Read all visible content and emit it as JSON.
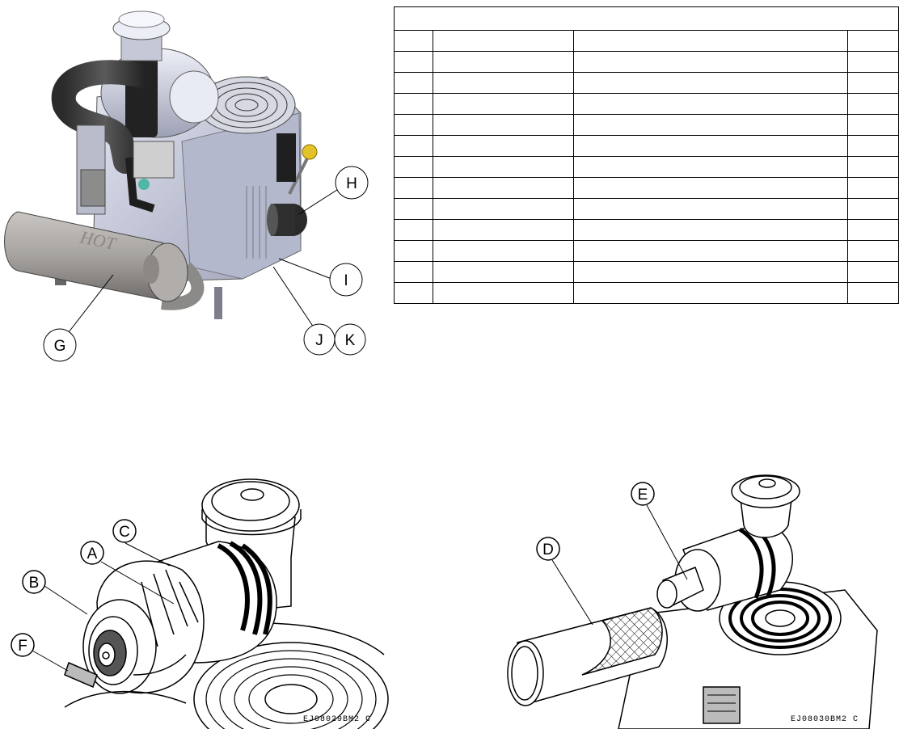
{
  "figures": {
    "engine": {
      "labels": {
        "g": "G",
        "h": "H",
        "i": "I",
        "j": "J",
        "k": "K"
      },
      "hot_text": "HOT"
    },
    "air_cleaner_assembled": {
      "labels": {
        "a": "A",
        "b": "B",
        "c": "C",
        "f": "F"
      },
      "code": "EJ08029BM2 C"
    },
    "air_cleaner_exploded": {
      "labels": {
        "d": "D",
        "e": "E"
      },
      "code": "EJ08030BM2 C"
    }
  },
  "table": {
    "title": "",
    "header": [
      "",
      "",
      "",
      ""
    ],
    "rows": [
      [
        "",
        "",
        "",
        ""
      ],
      [
        "",
        "",
        "",
        ""
      ],
      [
        "",
        "",
        "",
        ""
      ],
      [
        "",
        "",
        "",
        ""
      ],
      [
        "",
        "",
        "",
        ""
      ],
      [
        "",
        "",
        "",
        ""
      ],
      [
        "",
        "",
        "",
        ""
      ],
      [
        "",
        "",
        "",
        ""
      ],
      [
        "",
        "",
        "",
        ""
      ],
      [
        "",
        "",
        "",
        ""
      ],
      [
        "",
        "",
        "",
        ""
      ],
      [
        "",
        "",
        "",
        ""
      ]
    ]
  }
}
